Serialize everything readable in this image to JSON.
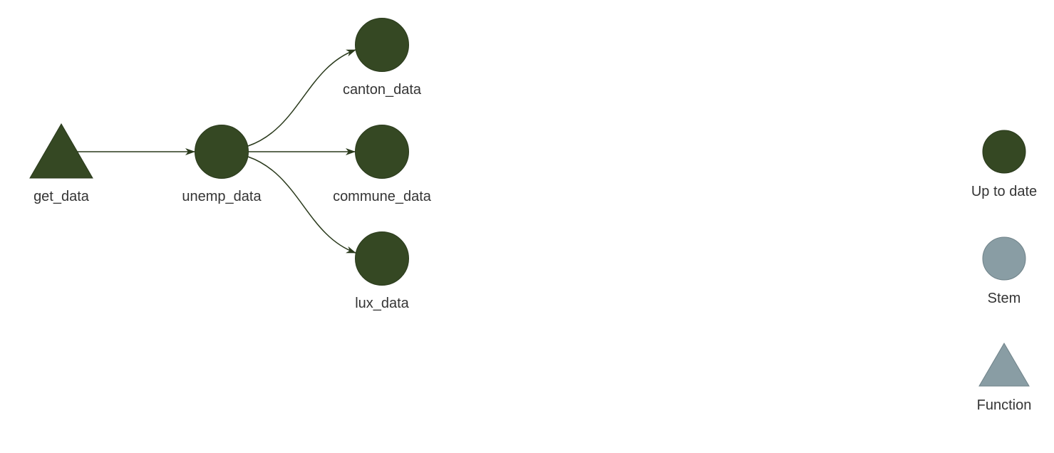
{
  "colors": {
    "up_to_date": "#354823",
    "stem": "#899DA4",
    "edge": "#2a3a1c"
  },
  "graph": {
    "nodes": [
      {
        "id": "get_data",
        "label": "get_data",
        "shape": "triangle",
        "status": "up_to_date"
      },
      {
        "id": "unemp_data",
        "label": "unemp_data",
        "shape": "circle",
        "status": "up_to_date"
      },
      {
        "id": "canton_data",
        "label": "canton_data",
        "shape": "circle",
        "status": "up_to_date"
      },
      {
        "id": "commune_data",
        "label": "commune_data",
        "shape": "circle",
        "status": "up_to_date"
      },
      {
        "id": "lux_data",
        "label": "lux_data",
        "shape": "circle",
        "status": "up_to_date"
      }
    ],
    "edges": [
      {
        "from": "get_data",
        "to": "unemp_data"
      },
      {
        "from": "unemp_data",
        "to": "canton_data"
      },
      {
        "from": "unemp_data",
        "to": "commune_data"
      },
      {
        "from": "unemp_data",
        "to": "lux_data"
      }
    ]
  },
  "legend": {
    "items": [
      {
        "label": "Up to date",
        "shape": "circle",
        "color_key": "up_to_date"
      },
      {
        "label": "Stem",
        "shape": "circle",
        "color_key": "stem"
      },
      {
        "label": "Function",
        "shape": "triangle",
        "color_key": "stem"
      }
    ]
  }
}
